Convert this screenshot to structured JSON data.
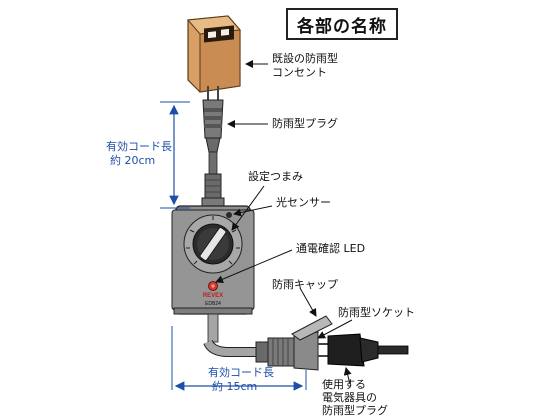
{
  "title": "各部の名称",
  "labels": {
    "existing_outlet_line1": "既設の防雨型",
    "existing_outlet_line2": "コンセント",
    "waterproof_plug": "防雨型プラグ",
    "cord_length_top_line1": "有効コード長",
    "cord_length_top_line2": "約 20cm",
    "setting_knob": "設定つまみ",
    "light_sensor": "光センサー",
    "power_led": "通電確認 LED",
    "rain_cap": "防雨キャップ",
    "waterproof_socket": "防雨型ソケット",
    "cord_length_bottom_line1": "有効コード長",
    "cord_length_bottom_line2": "約 15cm",
    "appliance_plug_line1": "使用する",
    "appliance_plug_line2": "電気器具の",
    "appliance_plug_line3": "防雨型プラグ"
  },
  "device": {
    "brand": "REVEX",
    "model": "EDB24"
  },
  "colors": {
    "outlet_body": "#d9a066",
    "device_body": "#8f8f8f",
    "dimension_blue": "#1e4fa8",
    "led_red": "#d23a2a"
  }
}
